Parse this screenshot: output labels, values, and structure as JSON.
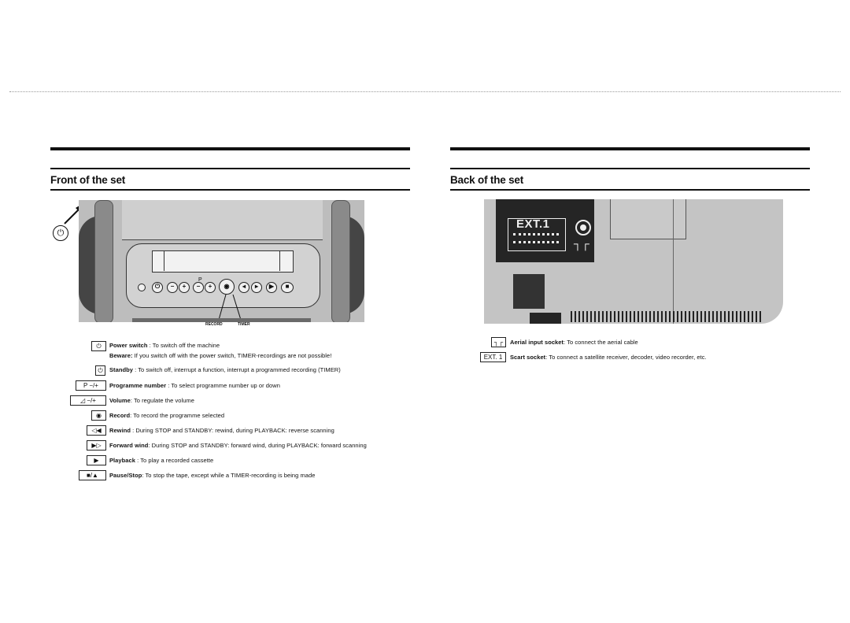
{
  "front": {
    "heading": "Front of the set",
    "power_symbol": "⏻",
    "device": {
      "record_label": "RECORD",
      "timer_label": "TIMER",
      "p_label": "P"
    },
    "items": [
      {
        "symbol": "⏻",
        "label": "Power switch",
        "text": " : To switch off the machine"
      },
      {
        "symbol": "",
        "label": "Beware:",
        "text": " If you switch off with the power switch, TIMER-recordings are not possible!"
      },
      {
        "symbol": "⏻",
        "label": "Standby",
        "text": " : To switch off, interrupt a function, interrupt a programmed recording (TIMER)"
      },
      {
        "symbol": "P −/+",
        "label": "Programme number",
        "text": " : To select programme number up or down"
      },
      {
        "symbol": "◿ −/+",
        "label": "Volume",
        "text": ": To regulate the volume"
      },
      {
        "symbol": "◉",
        "label": "Record",
        "text": ": To record the programme selected"
      },
      {
        "symbol": "◁◀",
        "label": "Rewind",
        "text": " : During STOP and STANDBY: rewind, during PLAYBACK: reverse scanning"
      },
      {
        "symbol": "▶▷",
        "label": "Forward wind",
        "text": ": During STOP and STANDBY: forward wind, during PLAYBACK: forward scanning"
      },
      {
        "symbol": "▶",
        "label": "Playback",
        "text": " : To play a recorded cassette"
      },
      {
        "symbol": "■/▲",
        "label": "Pause/Stop",
        "text": ": To stop the tape, except while a TIMER-recording is being made"
      }
    ]
  },
  "back": {
    "heading": "Back of the set",
    "device": {
      "ext_label": "EXT.1",
      "aerial_symbol": "┐┌"
    },
    "items": [
      {
        "symbol": "┐┌",
        "label": "Aerial input socket",
        "text": ": To connect the aerial cable"
      },
      {
        "symbol": "EXT. 1",
        "label": "Scart socket",
        "text": ": To connect a satellite receiver, decoder, video recorder, etc."
      }
    ]
  }
}
